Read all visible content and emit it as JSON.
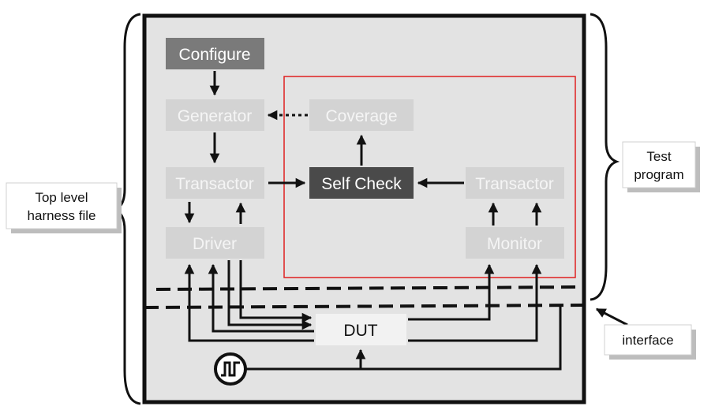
{
  "blocks": {
    "configure": "Configure",
    "generator": "Generator",
    "coverage": "Coverage",
    "transactor_left": "Transactor",
    "self_check": "Self Check",
    "transactor_right": "Transactor",
    "driver": "Driver",
    "monitor": "Monitor",
    "dut": "DUT"
  },
  "labels": {
    "top_level": {
      "line1": "Top level",
      "line2": "harness file"
    },
    "test_program": {
      "line1": "Test",
      "line2": "program"
    },
    "interface": "interface"
  },
  "icons": {
    "clock": "clock-signal-icon"
  },
  "colors": {
    "harness_bg": "#e3e3e3",
    "block_dark": "#7a7a7a",
    "block_light": "#d3d3d3",
    "self_check": "#4a4a4a",
    "highlight": "#e02020"
  }
}
